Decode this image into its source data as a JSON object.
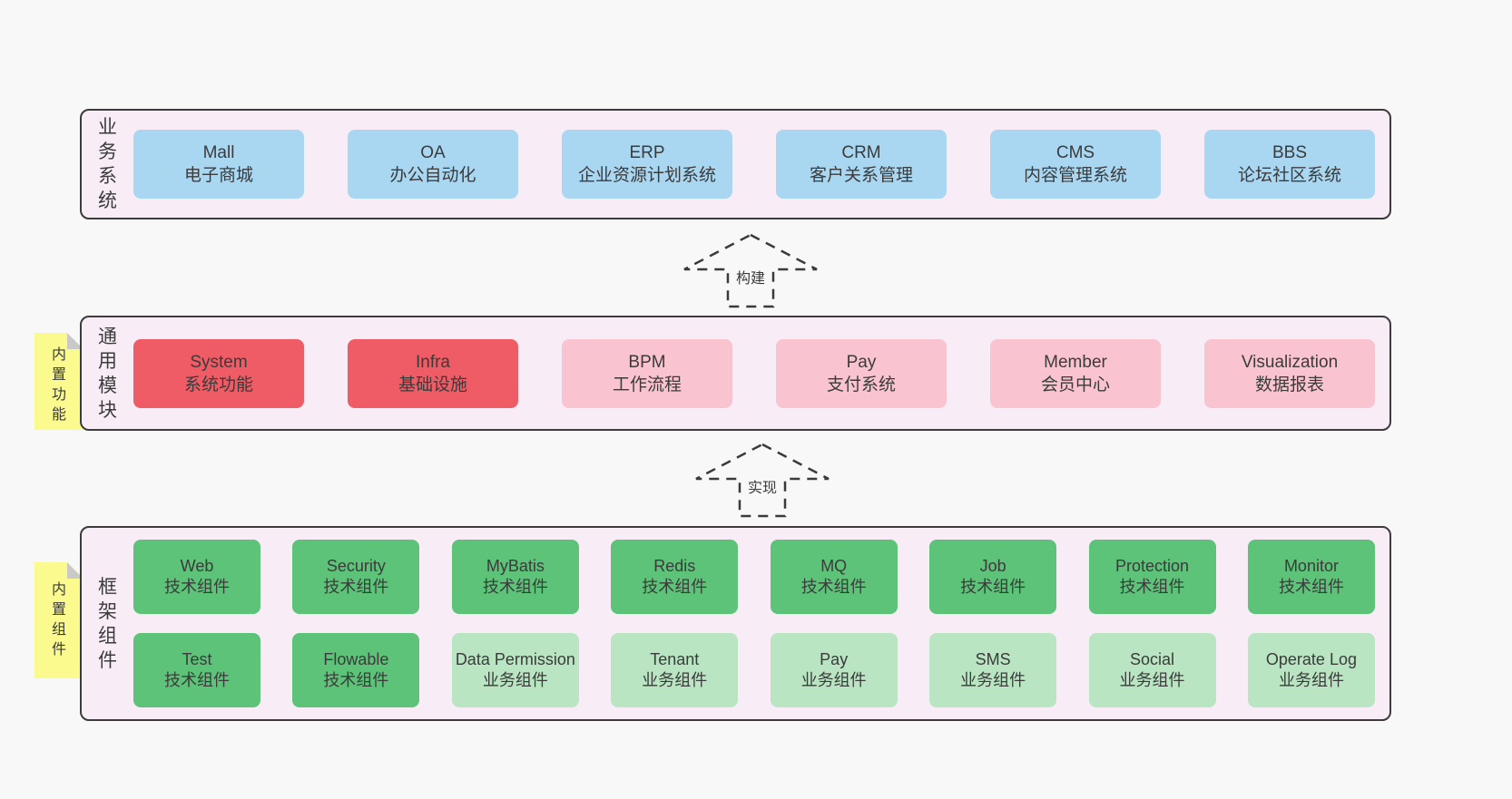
{
  "colors": {
    "page_bg": "#f8f8f8",
    "panel_bg": "#f8edf6",
    "panel_border": "#3c3c3c",
    "text": "#3b3b3b",
    "blue_box": "#a9d7f2",
    "red_box": "#ef5c65",
    "pink_box": "#f9c4cf",
    "green_dark_box": "#5cc378",
    "green_light_box": "#b9e5c2",
    "sticky_yellow": "#fafa8e",
    "sticky_fold": "#c9c9c9"
  },
  "layers": [
    {
      "label": "业务系统",
      "boxes": [
        {
          "title": "Mall",
          "subtitle": "电子商城"
        },
        {
          "title": "OA",
          "subtitle": "办公自动化"
        },
        {
          "title": "ERP",
          "subtitle": "企业资源计划系统"
        },
        {
          "title": "CRM",
          "subtitle": "客户关系管理"
        },
        {
          "title": "CMS",
          "subtitle": "内容管理系统"
        },
        {
          "title": "BBS",
          "subtitle": "论坛社区系统"
        }
      ]
    },
    {
      "label": "通用模块",
      "sticky": "内置功能",
      "boxes": [
        {
          "title": "System",
          "subtitle": "系统功能"
        },
        {
          "title": "Infra",
          "subtitle": "基础设施"
        },
        {
          "title": "BPM",
          "subtitle": "工作流程"
        },
        {
          "title": "Pay",
          "subtitle": "支付系统"
        },
        {
          "title": "Member",
          "subtitle": "会员中心"
        },
        {
          "title": "Visualization",
          "subtitle": "数据报表"
        }
      ]
    },
    {
      "label": "框架组件",
      "sticky": "内置组件",
      "rows": [
        [
          {
            "title": "Web",
            "subtitle": "技术组件"
          },
          {
            "title": "Security",
            "subtitle": "技术组件"
          },
          {
            "title": "MyBatis",
            "subtitle": "技术组件"
          },
          {
            "title": "Redis",
            "subtitle": "技术组件"
          },
          {
            "title": "MQ",
            "subtitle": "技术组件"
          },
          {
            "title": "Job",
            "subtitle": "技术组件"
          },
          {
            "title": "Protection",
            "subtitle": "技术组件"
          },
          {
            "title": "Monitor",
            "subtitle": "技术组件"
          }
        ],
        [
          {
            "title": "Test",
            "subtitle": "技术组件"
          },
          {
            "title": "Flowable",
            "subtitle": "技术组件"
          },
          {
            "title": "Data Permission",
            "subtitle": "业务组件"
          },
          {
            "title": "Tenant",
            "subtitle": "业务组件"
          },
          {
            "title": "Pay",
            "subtitle": "业务组件"
          },
          {
            "title": "SMS",
            "subtitle": "业务组件"
          },
          {
            "title": "Social",
            "subtitle": "业务组件"
          },
          {
            "title": "Operate Log",
            "subtitle": "业务组件"
          }
        ]
      ]
    }
  ],
  "arrows": [
    {
      "label": "构建"
    },
    {
      "label": "实现"
    }
  ]
}
